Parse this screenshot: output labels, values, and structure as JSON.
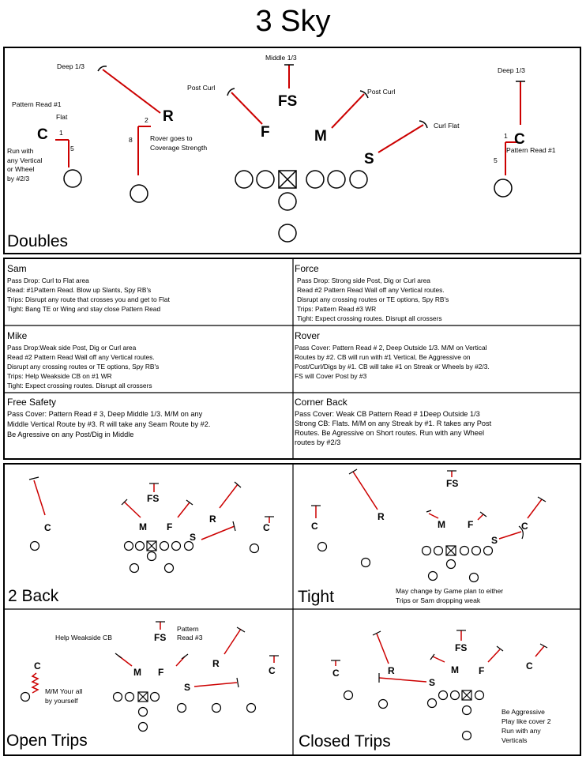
{
  "title": "3 Sky",
  "doubles": {
    "formation": "Doubles",
    "labels": {
      "deep13_l": "Deep 1/3",
      "middle13": "Middle 1/3",
      "deep13_r": "Deep 1/3",
      "postcurl_l": "Post Curl",
      "postcurl_r": "Post Curl",
      "curlflat": "Curl Flat",
      "pr1_l": "Pattern Read #1",
      "flat": "Flat",
      "pr1_r": "Pattern Read #1",
      "run_l1": "Run with",
      "run_l2": "any Vertical",
      "run_l3": "or Wheel",
      "run_l4": "by #2/3",
      "rover1": "Rover goes to",
      "rover2": "Coverage Strength",
      "n1_l": "1",
      "n5_l": "5",
      "n2": "2",
      "n8": "8",
      "n1_r": "1",
      "n5_r": "5"
    },
    "players": {
      "R": "R",
      "FS": "FS",
      "F": "F",
      "M": "M",
      "S": "S",
      "C_l": "C",
      "C_r": "C"
    }
  },
  "assignments": {
    "sam": {
      "title": "Sam",
      "lines": [
        "Pass Drop: Curl to Flat area",
        "Read: #1Pattern Read. Blow up Slants, Spy RB's",
        "Trips: Disrupt any route that crosses you and get to Flat",
        "Tight: Bang TE or Wing and stay close Pattern Read"
      ]
    },
    "force": {
      "title": "Force",
      "lines": [
        "Pass Drop: Strong side Post, Dig or Curl area",
        "Read #2 Pattern Read Wall off any Vertical routes.",
        "Disrupt any crossing routes or TE options, Spy RB's",
        "Trips: Pattern Read  #3 WR",
        "Tight: Expect crossing routes.  Disrupt all crossers"
      ]
    },
    "mike": {
      "title": "Mike",
      "lines": [
        "Pass Drop:Weak side Post, Dig or Curl area",
        "Read #2 Pattern Read Wall off any Vertical routes.",
        "Disrupt any crossing routes or TE options, Spy RB's",
        "Trips: Help Weakside CB on #1 WR",
        "Tight: Expect crossing routes.  Disrupt all crossers"
      ]
    },
    "rover": {
      "title": "Rover",
      "lines": [
        "Pass Cover: Pattern Read # 2, Deep Outside 1/3.  M/M on Vertical",
        "Routes by #2.  CB will run with #1 Vertical, Be Aggressive on",
        "Post/Curl/Digs by #1.  CB will take #1 on Streak or Wheels by #2/3.",
        "FS will Cover Post by #3"
      ]
    },
    "fs": {
      "title": "Free Safety",
      "lines": [
        "Pass Cover: Pattern Read # 3, Deep Middle 1/3.  M/M on any",
        "Middle Vertical Route by #3. R will take any Seam Route by #2.",
        "Be Agressive on any Post/Dig in Middle"
      ]
    },
    "cb": {
      "title": "Corner Back",
      "lines": [
        "Pass Cover: Weak CB Pattern Read # 1Deep Outside 1/3",
        "Strong CB: Flats.  M/M on any Streak by #1.  R takes any Post",
        "Routes. Be Agressive on Short routes.  Run with any Wheel",
        "routes by #2/3"
      ]
    }
  },
  "panels": {
    "two_back": {
      "name": "2 Back"
    },
    "tight": {
      "name": "Tight",
      "note1": "May change by Game plan to either",
      "note2": "Trips or Sam dropping weak"
    },
    "open_trips": {
      "name": "Open Trips",
      "help": "Help Weakside CB",
      "pattern1": "Pattern",
      "pattern2": "Read #3",
      "mm1": "M/M Your all",
      "mm2": "by yourself"
    },
    "closed_trips": {
      "name": "Closed Trips",
      "note1": "Be Aggressive",
      "note2": "Play like cover 2",
      "note3": "Run with any",
      "note4": "Verticals"
    }
  },
  "colors": {
    "route": "#cc0000",
    "line": "#000000"
  }
}
